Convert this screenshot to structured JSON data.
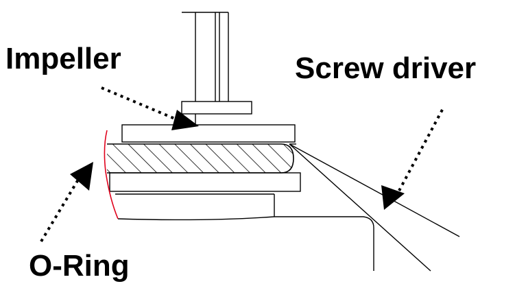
{
  "labels": {
    "impeller": "Impeller",
    "screw_driver": "Screw driver",
    "o_ring": "O-Ring"
  },
  "colors": {
    "line": "#000000",
    "o_ring": "#e0001b",
    "background": "#ffffff"
  }
}
